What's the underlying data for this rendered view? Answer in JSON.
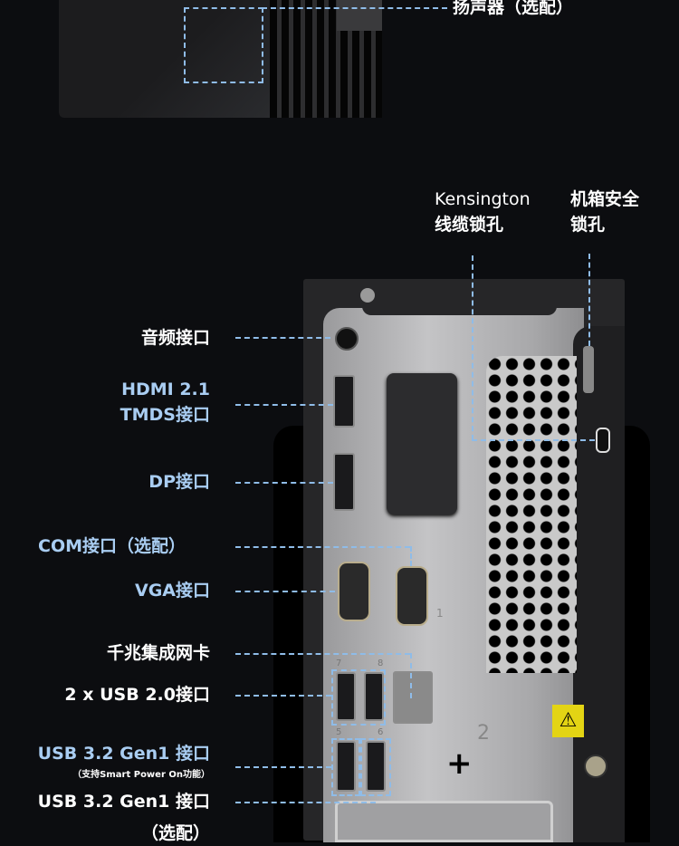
{
  "labels": {
    "speaker": "扬声器（选配）",
    "kensington_line1": "Kensington",
    "kensington_line2": "线缆锁孔",
    "chassis_lock_line1": "机箱安全",
    "chassis_lock_line2": "锁孔",
    "audio": "音频接口",
    "hdmi_line1": "HDMI 2.1",
    "hdmi_line2": "TMDS接口",
    "dp": "DP接口",
    "com": "COM接口（选配）",
    "vga": "VGA接口",
    "lan": "千兆集成网卡",
    "usb2": "2 x USB 2.0接口",
    "usb3_a": "USB 3.2 Gen1 接口",
    "usb3_a_note": "（支持Smart Power On功能）",
    "usb3_b": "USB 3.2 Gen1 接口",
    "bottom_cut": "（选配）"
  },
  "port_markings": {
    "usb_top_left": "7",
    "usb_top_right": "8",
    "usb_bottom_left": "5",
    "usb_bottom_right": "6",
    "serial_num": "1",
    "slot_num": "2"
  },
  "colors": {
    "background": "#0c0d10",
    "callout_line": "#8fbce8",
    "highlight_label": "#a9cdf2",
    "warning_label": "#e3d414"
  }
}
